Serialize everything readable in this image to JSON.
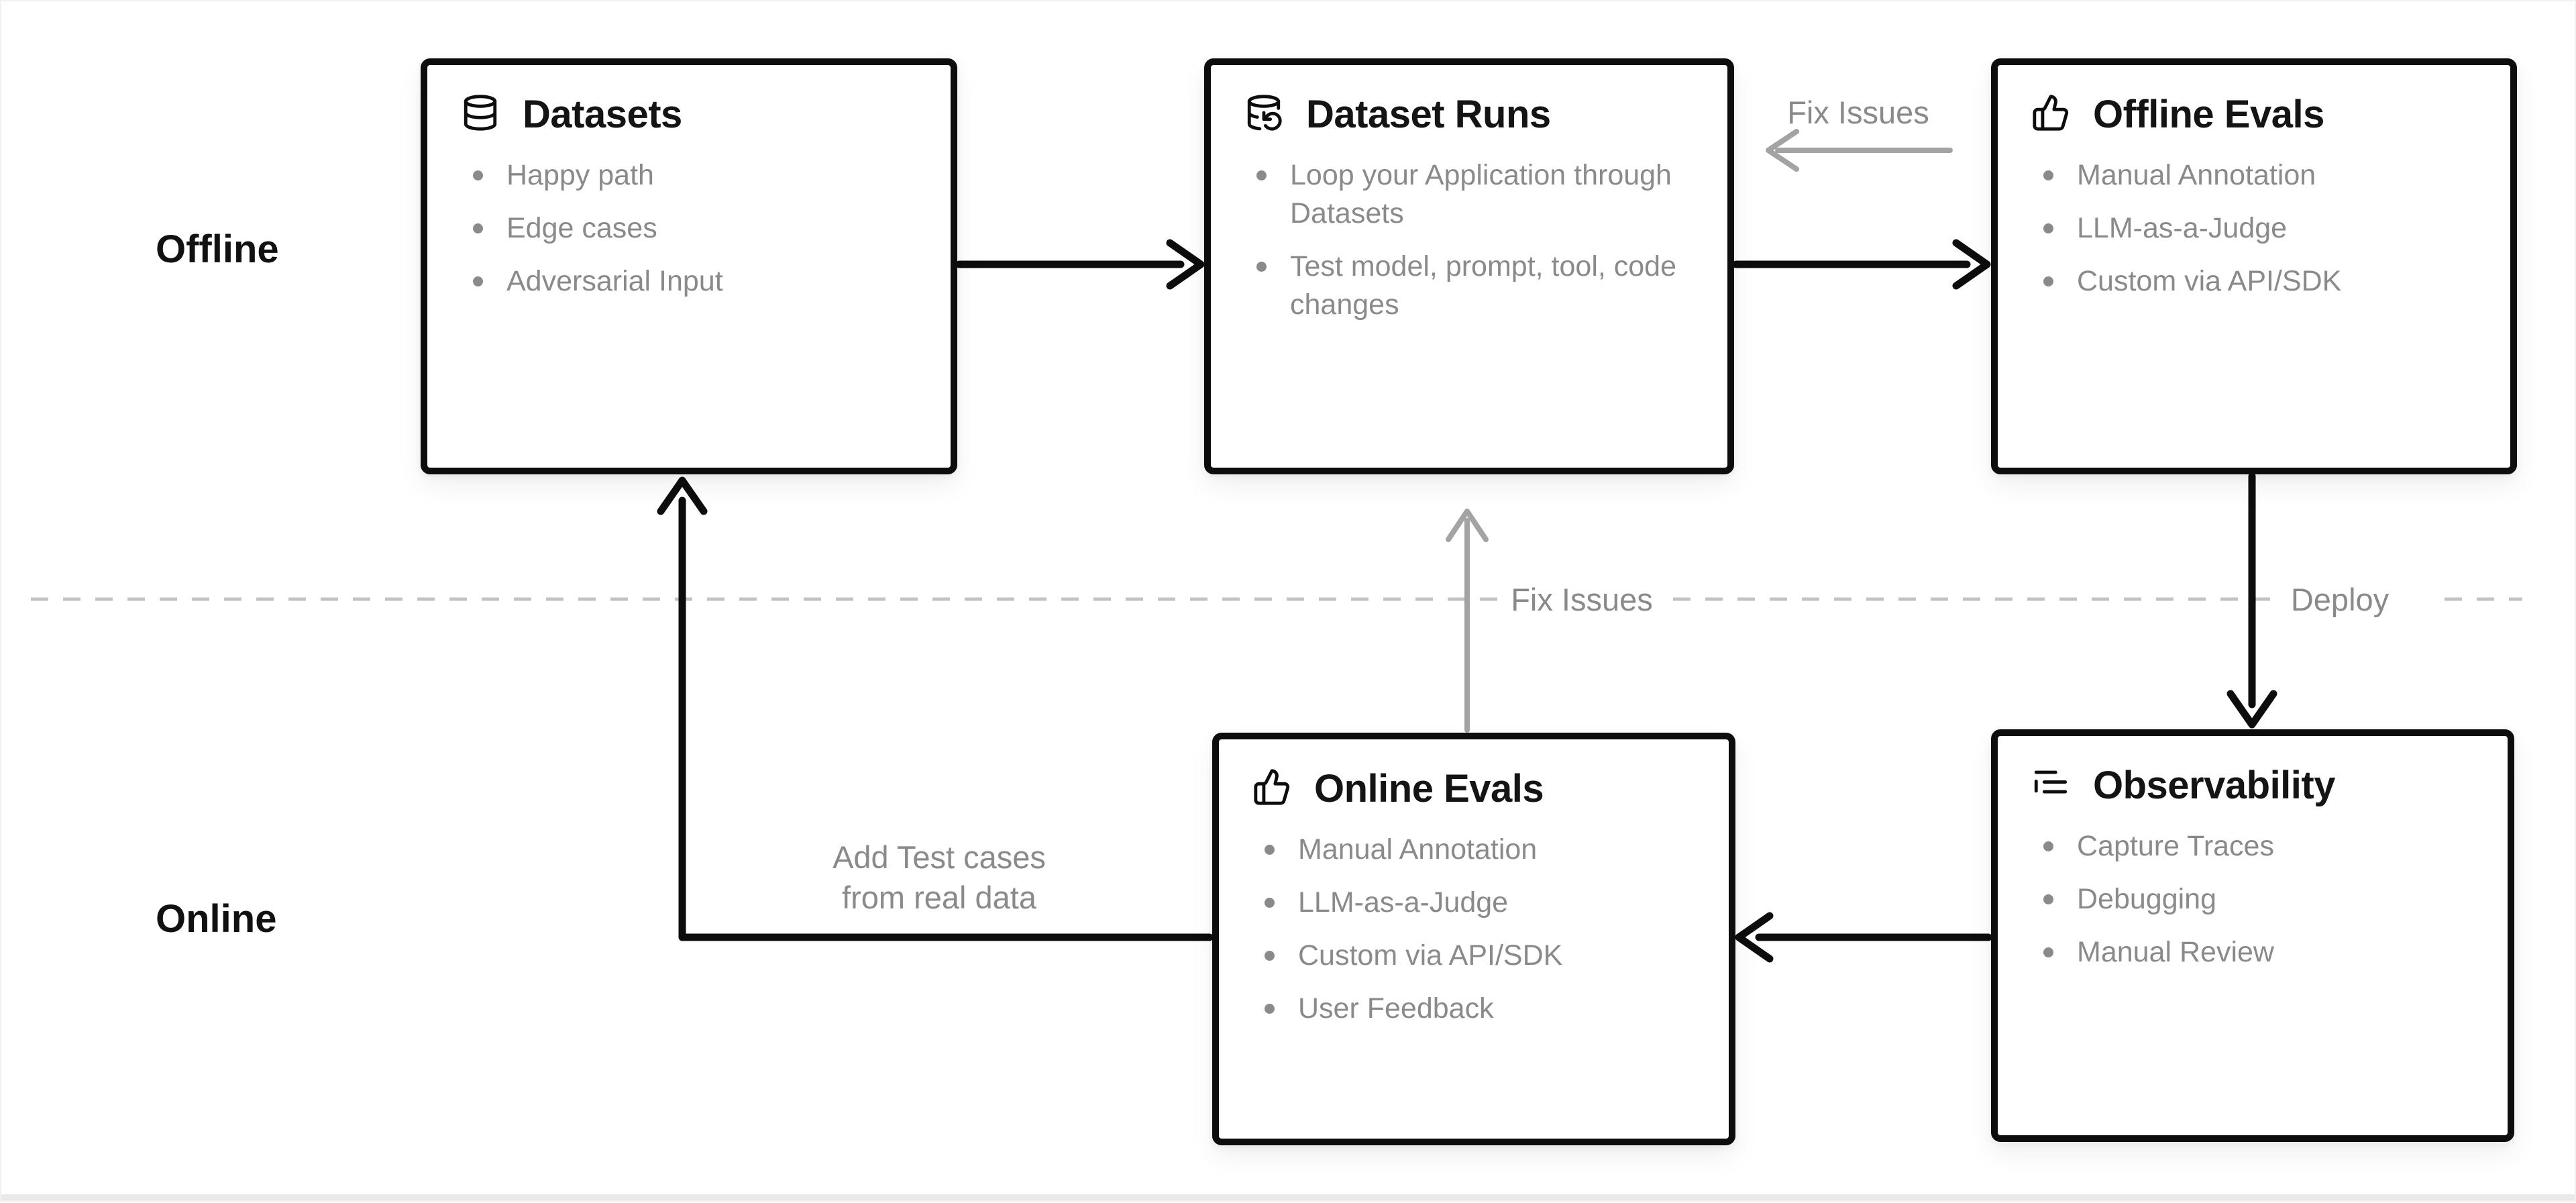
{
  "diagram": {
    "lanes": {
      "offline": "Offline",
      "online": "Online"
    },
    "boxes": [
      {
        "id": "datasets",
        "icon": "database-icon",
        "title": "Datasets",
        "bullets": [
          "Happy path",
          "Edge cases",
          "Adversarial Input"
        ]
      },
      {
        "id": "dataset-runs",
        "icon": "database-backup-icon",
        "title": "Dataset Runs",
        "bullets": [
          "Loop your Application through Datasets",
          "Test model, prompt, tool, code changes"
        ]
      },
      {
        "id": "offline-evals",
        "icon": "thumbs-up-icon",
        "title": "Offline Evals",
        "bullets": [
          "Manual Annotation",
          "LLM-as-a-Judge",
          "Custom via API/SDK"
        ]
      },
      {
        "id": "online-evals",
        "icon": "thumbs-up-icon",
        "title": "Online Evals",
        "bullets": [
          "Manual Annotation",
          "LLM-as-a-Judge",
          "Custom via API/SDK",
          "User Feedback"
        ]
      },
      {
        "id": "observability",
        "icon": "logs-icon",
        "title": "Observability",
        "bullets": [
          "Capture Traces",
          "Debugging",
          "Manual Review"
        ]
      }
    ],
    "edges": [
      {
        "from": "datasets",
        "to": "dataset-runs",
        "style": "solid-black"
      },
      {
        "from": "dataset-runs",
        "to": "offline-evals",
        "style": "solid-black"
      },
      {
        "from": "offline-evals",
        "to": "observability",
        "style": "solid-black",
        "label": "Deploy"
      },
      {
        "from": "observability",
        "to": "online-evals",
        "style": "solid-black"
      },
      {
        "from": "online-evals",
        "to": "datasets",
        "style": "solid-black",
        "label": "Add Test cases from real data"
      },
      {
        "from": "offline-evals",
        "to": "dataset-runs",
        "style": "gray-arrow",
        "label": "Fix Issues"
      },
      {
        "from": "online-evals",
        "to": "dataset-runs",
        "style": "gray-arrow",
        "label": "Fix Issues"
      }
    ],
    "labels": {
      "offline": "Offline",
      "online": "Online",
      "fix_issues_top": "Fix Issues",
      "fix_issues_mid": "Fix Issues",
      "deploy": "Deploy",
      "add_test_cases_line1": "Add Test cases",
      "add_test_cases_line2": "from real data"
    },
    "colors": {
      "box_border": "#0d0d0d",
      "title_text": "#141414",
      "bullet_text": "#8a8a8a",
      "gray_label": "#8a8a8a",
      "gray_arrow": "#a3a3a3",
      "dashed_divider": "#c3c3c3",
      "black_arrow": "#0d0d0d",
      "background": "#ffffff",
      "bottom_strip": "#e9e9e9"
    }
  }
}
